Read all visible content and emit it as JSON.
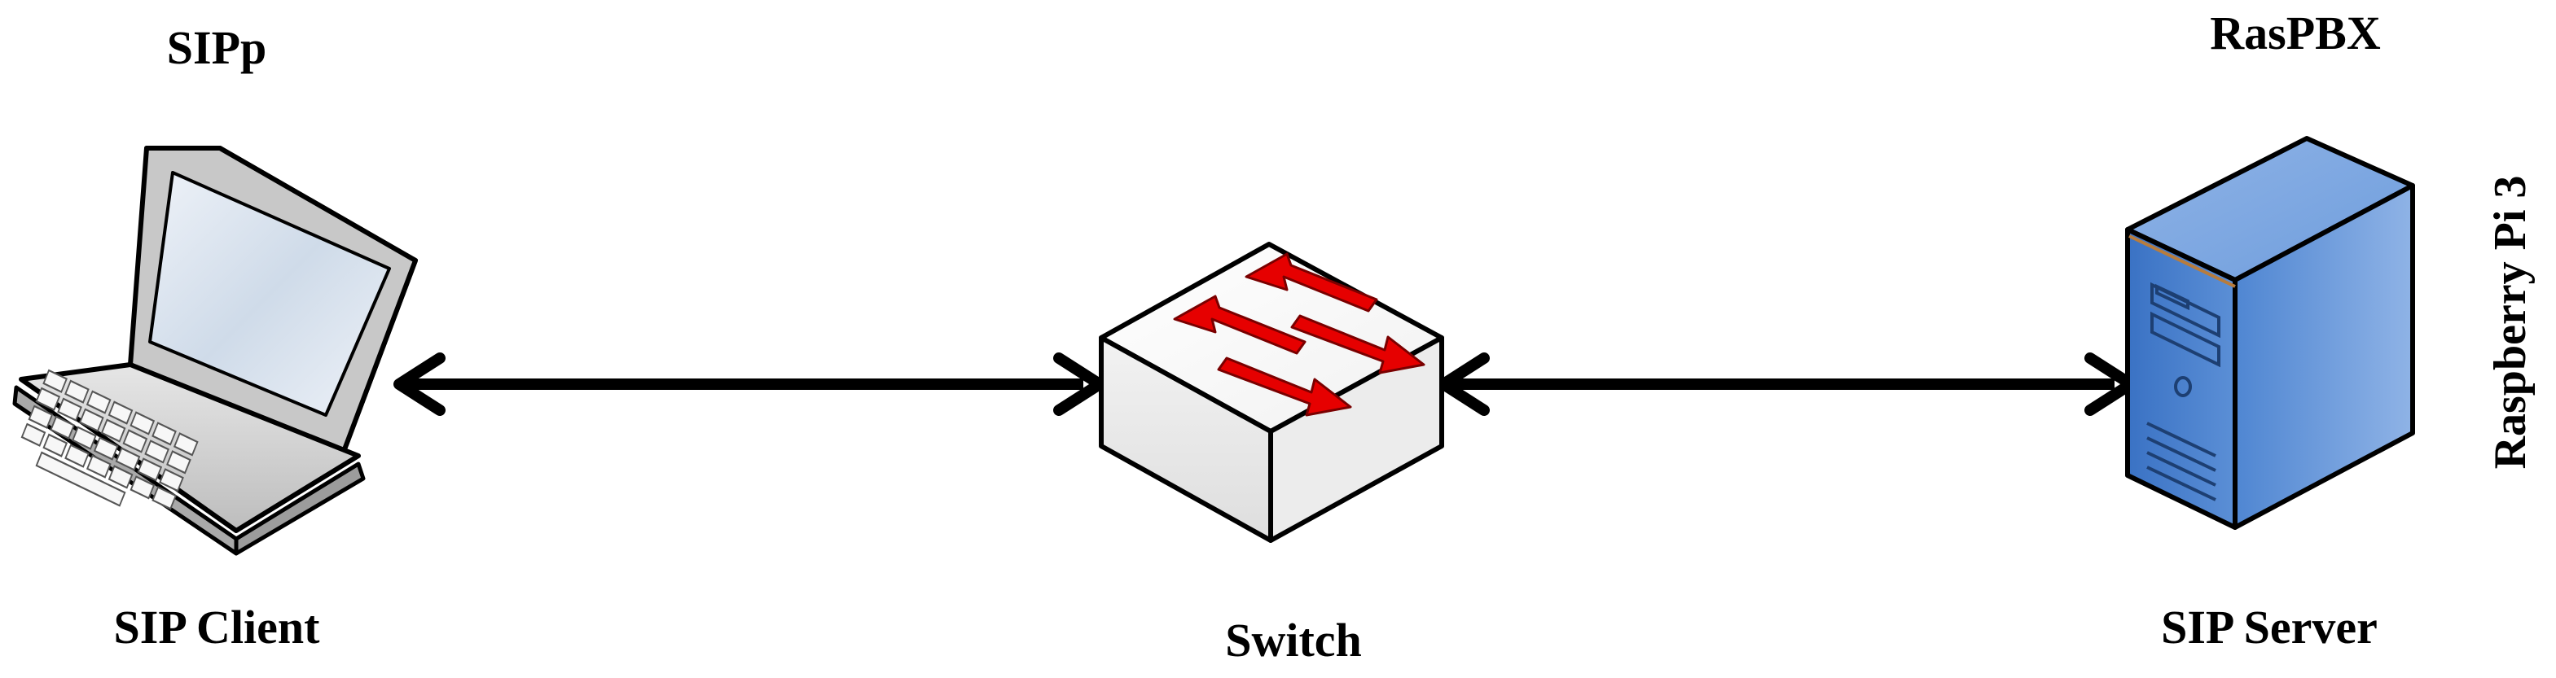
{
  "nodes": {
    "client": {
      "top_label": "SIPp",
      "bottom_label": "SIP Client",
      "icon": "laptop-icon"
    },
    "switch": {
      "bottom_label": "Switch",
      "icon": "network-switch-icon"
    },
    "server": {
      "top_label": "RasPBX",
      "bottom_label": "SIP Server",
      "side_label": "Raspberry Pi 3",
      "icon": "tower-server-icon"
    }
  },
  "links": [
    {
      "from": "client",
      "to": "switch",
      "style": "double-headed-arrow"
    },
    {
      "from": "switch",
      "to": "server",
      "style": "double-headed-arrow"
    }
  ],
  "colors": {
    "arrow": "#000000",
    "switch_arrows": "#e60000",
    "server_body": "#5b8fd6",
    "server_front": "#3f78c9",
    "laptop_body": "#d6d6d6"
  }
}
